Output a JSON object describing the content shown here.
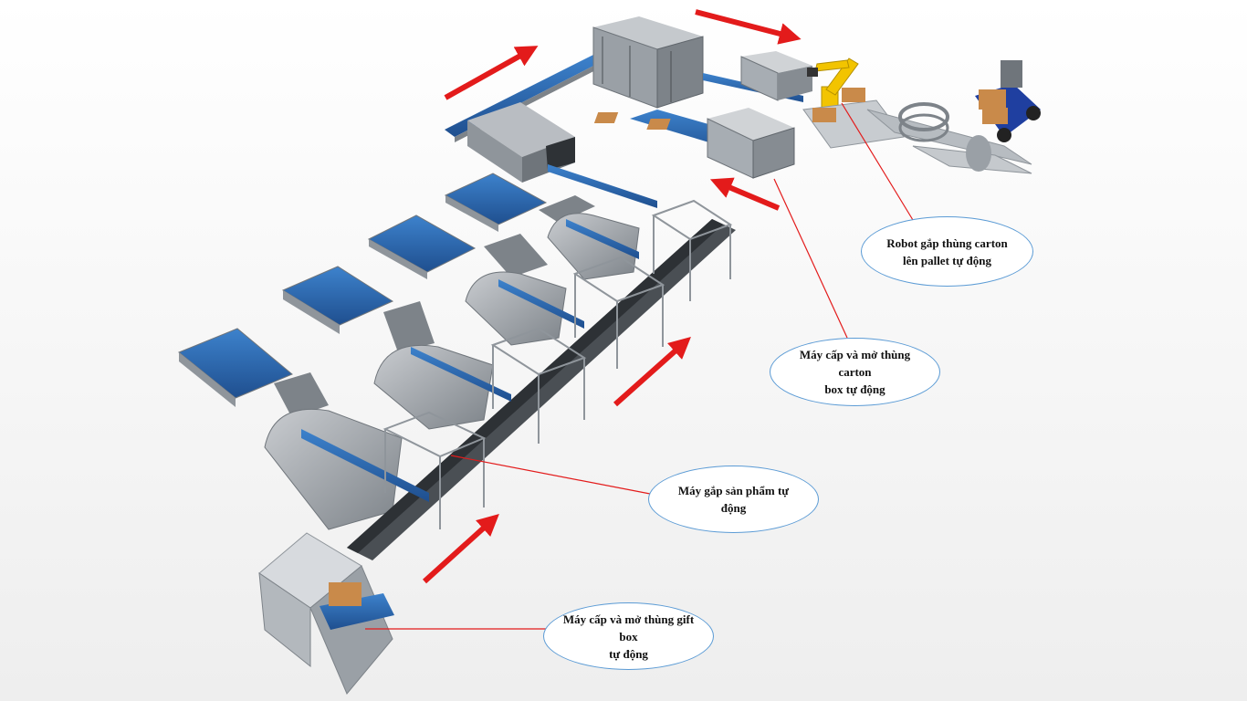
{
  "callouts": {
    "robot": {
      "line1": "Robot gắp thùng carton",
      "line2": "lên pallet tự động"
    },
    "carton": {
      "line1": "Máy cấp và mở thùng carton",
      "line2": "box tự động"
    },
    "picker": {
      "line1": "Máy gắp sản phẩm tự động"
    },
    "giftbox": {
      "line1": "Máy cấp và mở thùng gift box",
      "line2": "tự động"
    }
  },
  "colors": {
    "arrow": "#e31b1b",
    "leader_line": "#e31b1b",
    "callout_border": "#5b9bd5",
    "conveyor_belt": "#2f6fb5",
    "steel": "#8f959b",
    "robot": "#f2c400",
    "background": "#fafafa"
  },
  "icons": {
    "flow_arrow": "flow-arrow-icon",
    "robot_arm": "robot-arm-icon",
    "forklift": "forklift-icon"
  }
}
